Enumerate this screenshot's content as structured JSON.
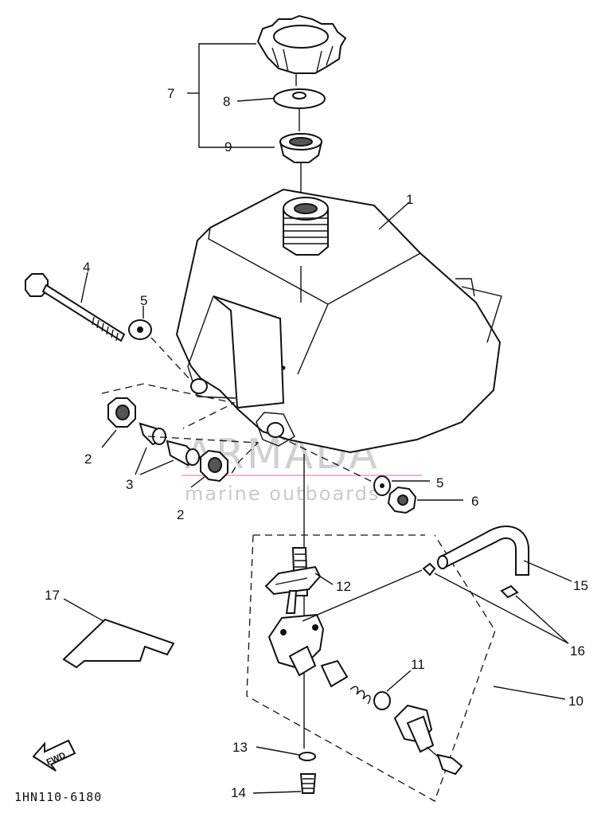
{
  "diagram": {
    "drawing_code": "1HN110-6180",
    "fwd_label": "FWD",
    "watermark": {
      "title": "ARMADA",
      "subtitle": "marine outboards"
    },
    "callouts": {
      "c1": "1",
      "c2a": "2",
      "c2b": "2",
      "c3": "3",
      "c4": "4",
      "c5a": "5",
      "c5b": "5",
      "c6": "6",
      "c7": "7",
      "c8": "8",
      "c9": "9",
      "c10": "10",
      "c11": "11",
      "c12": "12",
      "c13": "13",
      "c14": "14",
      "c15": "15",
      "c16": "16",
      "c17": "17"
    }
  }
}
